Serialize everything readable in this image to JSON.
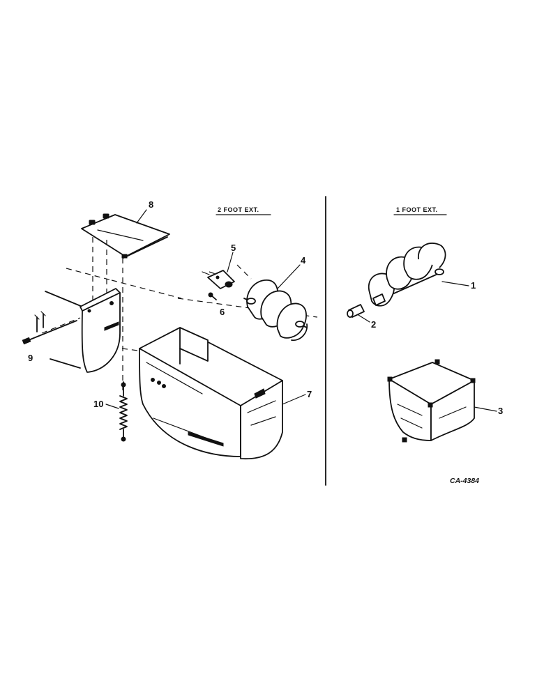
{
  "headers": {
    "left": "2 FOOT EXT.",
    "right": "1 FOOT EXT."
  },
  "callouts": [
    "1",
    "2",
    "3",
    "4",
    "5",
    "6",
    "7",
    "8",
    "9",
    "10"
  ],
  "drawing_code": "CA-4384"
}
